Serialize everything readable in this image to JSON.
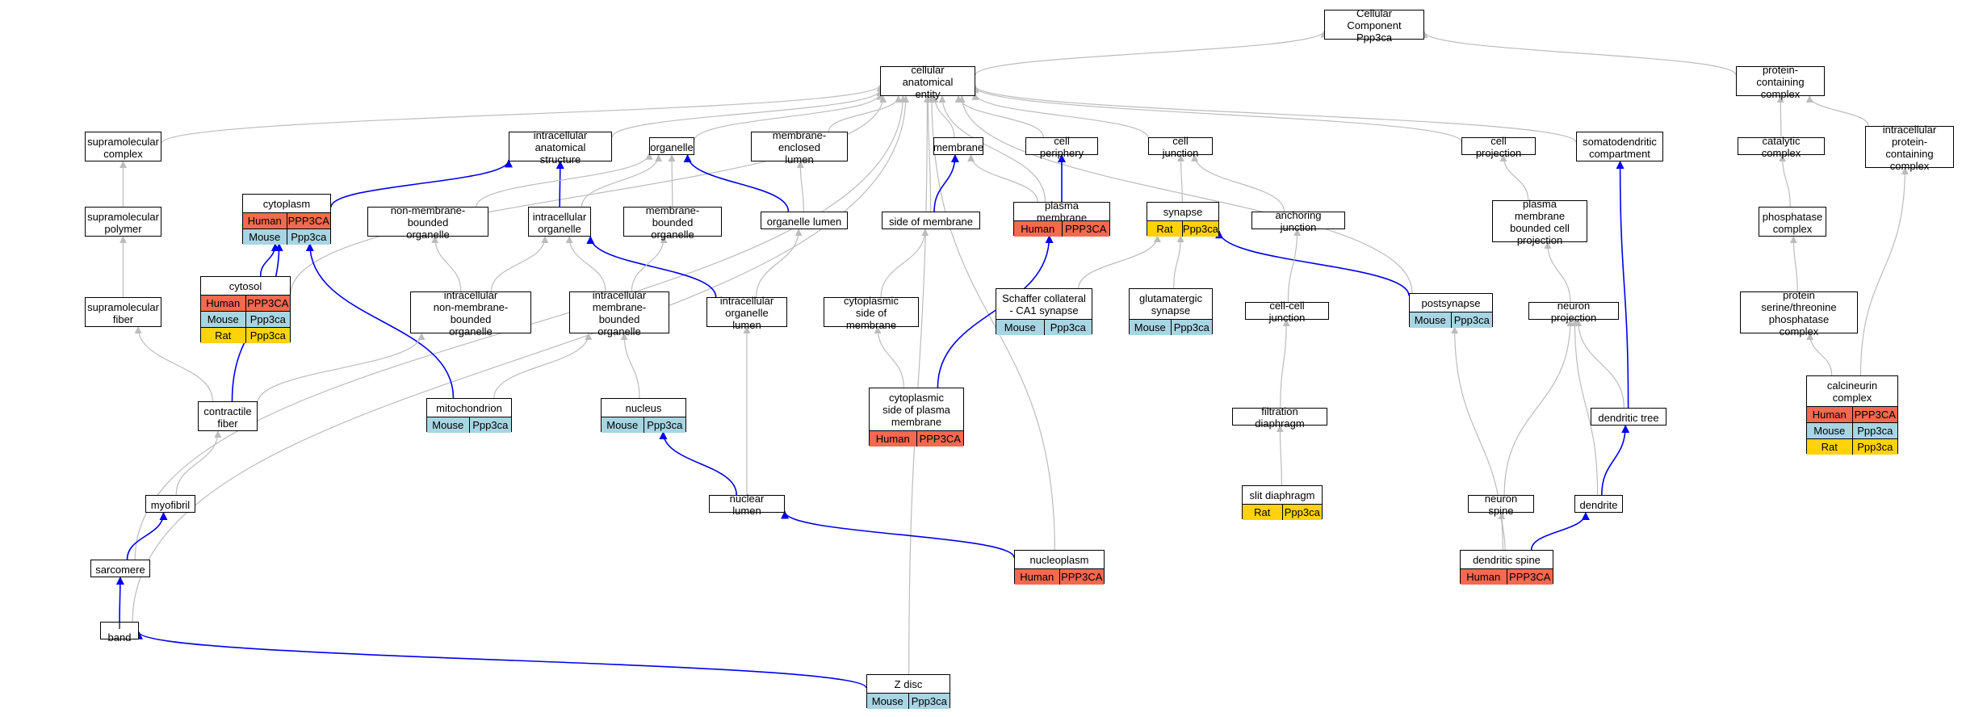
{
  "colors": {
    "Human": "#f4694f",
    "Mouse": "#a7d5e3",
    "Rat": "#ffd20a",
    "is_a_edge": "#bcbcbc",
    "part_of_edge": "#0000ee"
  },
  "nodes": [
    {
      "id": "root",
      "label": "Cellular Component\nPpp3ca"
    },
    {
      "id": "cae",
      "label": "cellular anatomical\nentity"
    },
    {
      "id": "pcc",
      "label": "protein-containing\ncomplex"
    },
    {
      "id": "supcomplex",
      "label": "supramolecular\ncomplex"
    },
    {
      "id": "ias",
      "label": "intracellular\nanatomical structure"
    },
    {
      "id": "organelle",
      "label": "organelle"
    },
    {
      "id": "mel",
      "label": "membrane-enclosed\nlumen"
    },
    {
      "id": "membrane",
      "label": "membrane"
    },
    {
      "id": "cellperiph",
      "label": "cell periphery"
    },
    {
      "id": "celljunction",
      "label": "cell junction"
    },
    {
      "id": "cellproj",
      "label": "cell projection"
    },
    {
      "id": "somato",
      "label": "somatodendritic\ncompartment"
    },
    {
      "id": "catcomplex",
      "label": "catalytic complex"
    },
    {
      "id": "ipcc",
      "label": "intracellular\nprotein-containing\ncomplex"
    },
    {
      "id": "suppolymer",
      "label": "supramolecular\npolymer"
    },
    {
      "id": "cytoplasm",
      "label": "cytoplasm",
      "orthologs": [
        [
          "Human",
          "PPP3CA"
        ],
        [
          "Mouse",
          "Ppp3ca"
        ]
      ]
    },
    {
      "id": "nmbo",
      "label": "non-membrane-bounded\norganelle"
    },
    {
      "id": "intorg",
      "label": "intracellular\norganelle"
    },
    {
      "id": "mbo",
      "label": "membrane-bounded\norganelle"
    },
    {
      "id": "orglumen",
      "label": "organelle lumen"
    },
    {
      "id": "sidemem",
      "label": "side of membrane"
    },
    {
      "id": "plasmamem",
      "label": "plasma membrane",
      "orthologs": [
        [
          "Human",
          "PPP3CA"
        ]
      ]
    },
    {
      "id": "synapse",
      "label": "synapse",
      "orthologs": [
        [
          "Rat",
          "Ppp3ca"
        ]
      ]
    },
    {
      "id": "anchjunction",
      "label": "anchoring junction"
    },
    {
      "id": "pmbcp",
      "label": "plasma membrane\nbounded cell\nprojection"
    },
    {
      "id": "phoscomplex",
      "label": "phosphatase\ncomplex"
    },
    {
      "id": "supfiber",
      "label": "supramolecular\nfiber"
    },
    {
      "id": "cytosol",
      "label": "cytosol",
      "orthologs": [
        [
          "Human",
          "PPP3CA"
        ],
        [
          "Mouse",
          "Ppp3ca"
        ],
        [
          "Rat",
          "Ppp3ca"
        ]
      ]
    },
    {
      "id": "inmbo",
      "label": "intracellular\nnon-membrane-bounded\norganelle"
    },
    {
      "id": "imbo",
      "label": "intracellular\nmembrane-bounded\norganelle"
    },
    {
      "id": "iol",
      "label": "intracellular\norganelle lumen"
    },
    {
      "id": "cytsidemem",
      "label": "cytoplasmic\nside of membrane"
    },
    {
      "id": "schaffer",
      "label": "Schaffer collateral\n- CA1 synapse",
      "orthologs": [
        [
          "Mouse",
          "Ppp3ca"
        ]
      ]
    },
    {
      "id": "glut",
      "label": "glutamatergic\nsynapse",
      "orthologs": [
        [
          "Mouse",
          "Ppp3ca"
        ]
      ]
    },
    {
      "id": "ccjunction",
      "label": "cell-cell junction"
    },
    {
      "id": "postsyn",
      "label": "postsynapse",
      "orthologs": [
        [
          "Mouse",
          "Ppp3ca"
        ]
      ]
    },
    {
      "id": "neuronproj",
      "label": "neuron projection"
    },
    {
      "id": "psptp",
      "label": "protein serine/threonine\nphosphatase\ncomplex"
    },
    {
      "id": "contractile",
      "label": "contractile\nfiber"
    },
    {
      "id": "mito",
      "label": "mitochondrion",
      "orthologs": [
        [
          "Mouse",
          "Ppp3ca"
        ]
      ]
    },
    {
      "id": "nucleus",
      "label": "nucleus",
      "orthologs": [
        [
          "Mouse",
          "Ppp3ca"
        ]
      ]
    },
    {
      "id": "cspm",
      "label": "cytoplasmic\nside of plasma\nmembrane",
      "orthologs": [
        [
          "Human",
          "PPP3CA"
        ]
      ]
    },
    {
      "id": "filtration",
      "label": "filtration diaphragm"
    },
    {
      "id": "dendtree",
      "label": "dendritic tree"
    },
    {
      "id": "calcineurin",
      "label": "calcineurin\ncomplex",
      "orthologs": [
        [
          "Human",
          "PPP3CA"
        ],
        [
          "Mouse",
          "Ppp3ca"
        ],
        [
          "Rat",
          "Ppp3ca"
        ]
      ]
    },
    {
      "id": "myofibril",
      "label": "myofibril"
    },
    {
      "id": "slit",
      "label": "slit diaphragm",
      "orthologs": [
        [
          "Rat",
          "Ppp3ca"
        ]
      ]
    },
    {
      "id": "nuclumen",
      "label": "nuclear lumen"
    },
    {
      "id": "neuronspine",
      "label": "neuron spine"
    },
    {
      "id": "dendrite",
      "label": "dendrite"
    },
    {
      "id": "nucleoplasm",
      "label": "nucleoplasm",
      "orthologs": [
        [
          "Human",
          "PPP3CA"
        ]
      ]
    },
    {
      "id": "dendspine",
      "label": "dendritic spine",
      "orthologs": [
        [
          "Human",
          "PPP3CA"
        ]
      ]
    },
    {
      "id": "sarcomere",
      "label": "sarcomere"
    },
    {
      "id": "iband",
      "label": "I band"
    },
    {
      "id": "zdisc",
      "label": "Z disc",
      "orthologs": [
        [
          "Mouse",
          "Ppp3ca"
        ]
      ]
    }
  ],
  "edges": [
    {
      "from": "cae",
      "to": "root",
      "type": "is_a"
    },
    {
      "from": "pcc",
      "to": "root",
      "type": "is_a"
    },
    {
      "from": "supcomplex",
      "to": "cae",
      "type": "is_a"
    },
    {
      "from": "ias",
      "to": "cae",
      "type": "is_a"
    },
    {
      "from": "organelle",
      "to": "cae",
      "type": "is_a"
    },
    {
      "from": "mel",
      "to": "cae",
      "type": "is_a"
    },
    {
      "from": "membrane",
      "to": "cae",
      "type": "is_a"
    },
    {
      "from": "cellperiph",
      "to": "cae",
      "type": "is_a"
    },
    {
      "from": "celljunction",
      "to": "cae",
      "type": "is_a"
    },
    {
      "from": "cellproj",
      "to": "cae",
      "type": "is_a"
    },
    {
      "from": "somato",
      "to": "cae",
      "type": "is_a"
    },
    {
      "from": "sidemem",
      "to": "cae",
      "type": "is_a"
    },
    {
      "from": "plasmamem",
      "to": "cae",
      "type": "is_a"
    },
    {
      "from": "postsyn",
      "to": "cae",
      "type": "is_a"
    },
    {
      "from": "cytosol",
      "to": "cae",
      "type": "is_a"
    },
    {
      "from": "sarcomere",
      "to": "cae",
      "type": "is_a"
    },
    {
      "from": "iband",
      "to": "cae",
      "type": "is_a"
    },
    {
      "from": "nucleoplasm",
      "to": "cae",
      "type": "is_a"
    },
    {
      "from": "zdisc",
      "to": "cae",
      "type": "is_a"
    },
    {
      "from": "catcomplex",
      "to": "pcc",
      "type": "is_a"
    },
    {
      "from": "ipcc",
      "to": "pcc",
      "type": "is_a"
    },
    {
      "from": "suppolymer",
      "to": "supcomplex",
      "type": "is_a"
    },
    {
      "from": "cytoplasm",
      "to": "ias",
      "type": "part_of"
    },
    {
      "from": "intorg",
      "to": "ias",
      "type": "part_of"
    },
    {
      "from": "nmbo",
      "to": "organelle",
      "type": "is_a"
    },
    {
      "from": "intorg",
      "to": "organelle",
      "type": "is_a"
    },
    {
      "from": "mbo",
      "to": "organelle",
      "type": "is_a"
    },
    {
      "from": "orglumen",
      "to": "organelle",
      "type": "part_of"
    },
    {
      "from": "orglumen",
      "to": "mel",
      "type": "is_a"
    },
    {
      "from": "sidemem",
      "to": "membrane",
      "type": "part_of"
    },
    {
      "from": "plasmamem",
      "to": "membrane",
      "type": "is_a"
    },
    {
      "from": "plasmamem",
      "to": "cellperiph",
      "type": "part_of"
    },
    {
      "from": "synapse",
      "to": "celljunction",
      "type": "is_a"
    },
    {
      "from": "anchjunction",
      "to": "celljunction",
      "type": "is_a"
    },
    {
      "from": "pmbcp",
      "to": "cellproj",
      "type": "is_a"
    },
    {
      "from": "phoscomplex",
      "to": "catcomplex",
      "type": "is_a"
    },
    {
      "from": "supfiber",
      "to": "suppolymer",
      "type": "is_a"
    },
    {
      "from": "cytosol",
      "to": "cytoplasm",
      "type": "part_of"
    },
    {
      "from": "mito",
      "to": "cytoplasm",
      "type": "part_of"
    },
    {
      "from": "contractile",
      "to": "cytoplasm",
      "type": "part_of"
    },
    {
      "from": "inmbo",
      "to": "nmbo",
      "type": "is_a"
    },
    {
      "from": "inmbo",
      "to": "intorg",
      "type": "is_a"
    },
    {
      "from": "imbo",
      "to": "intorg",
      "type": "is_a"
    },
    {
      "from": "iol",
      "to": "intorg",
      "type": "part_of"
    },
    {
      "from": "imbo",
      "to": "mbo",
      "type": "is_a"
    },
    {
      "from": "iol",
      "to": "orglumen",
      "type": "is_a"
    },
    {
      "from": "cytsidemem",
      "to": "sidemem",
      "type": "is_a"
    },
    {
      "from": "cspm",
      "to": "plasmamem",
      "type": "part_of"
    },
    {
      "from": "schaffer",
      "to": "synapse",
      "type": "is_a"
    },
    {
      "from": "glut",
      "to": "synapse",
      "type": "is_a"
    },
    {
      "from": "postsyn",
      "to": "synapse",
      "type": "part_of"
    },
    {
      "from": "ccjunction",
      "to": "anchjunction",
      "type": "is_a"
    },
    {
      "from": "neuronproj",
      "to": "pmbcp",
      "type": "is_a"
    },
    {
      "from": "psptp",
      "to": "phoscomplex",
      "type": "is_a"
    },
    {
      "from": "contractile",
      "to": "supfiber",
      "type": "is_a"
    },
    {
      "from": "contractile",
      "to": "inmbo",
      "type": "is_a"
    },
    {
      "from": "mito",
      "to": "imbo",
      "type": "is_a"
    },
    {
      "from": "nucleus",
      "to": "imbo",
      "type": "is_a"
    },
    {
      "from": "nuclumen",
      "to": "iol",
      "type": "is_a"
    },
    {
      "from": "cspm",
      "to": "cytsidemem",
      "type": "is_a"
    },
    {
      "from": "filtration",
      "to": "ccjunction",
      "type": "is_a"
    },
    {
      "from": "dendtree",
      "to": "somato",
      "type": "part_of"
    },
    {
      "from": "dendtree",
      "to": "neuronproj",
      "type": "is_a"
    },
    {
      "from": "neuronspine",
      "to": "neuronproj",
      "type": "is_a"
    },
    {
      "from": "dendrite",
      "to": "neuronproj",
      "type": "is_a"
    },
    {
      "from": "calcineurin",
      "to": "psptp",
      "type": "is_a"
    },
    {
      "from": "calcineurin",
      "to": "ipcc",
      "type": "is_a"
    },
    {
      "from": "myofibril",
      "to": "contractile",
      "type": "is_a"
    },
    {
      "from": "slit",
      "to": "filtration",
      "type": "is_a"
    },
    {
      "from": "nuclumen",
      "to": "nucleus",
      "type": "part_of"
    },
    {
      "from": "dendrite",
      "to": "dendtree",
      "type": "part_of"
    },
    {
      "from": "dendspine",
      "to": "neuronspine",
      "type": "is_a"
    },
    {
      "from": "dendspine",
      "to": "dendrite",
      "type": "part_of"
    },
    {
      "from": "dendspine",
      "to": "postsyn",
      "type": "is_a"
    },
    {
      "from": "nucleoplasm",
      "to": "nuclumen",
      "type": "part_of"
    },
    {
      "from": "sarcomere",
      "to": "myofibril",
      "type": "part_of"
    },
    {
      "from": "iband",
      "to": "sarcomere",
      "type": "part_of"
    },
    {
      "from": "zdisc",
      "to": "iband",
      "type": "part_of"
    }
  ]
}
